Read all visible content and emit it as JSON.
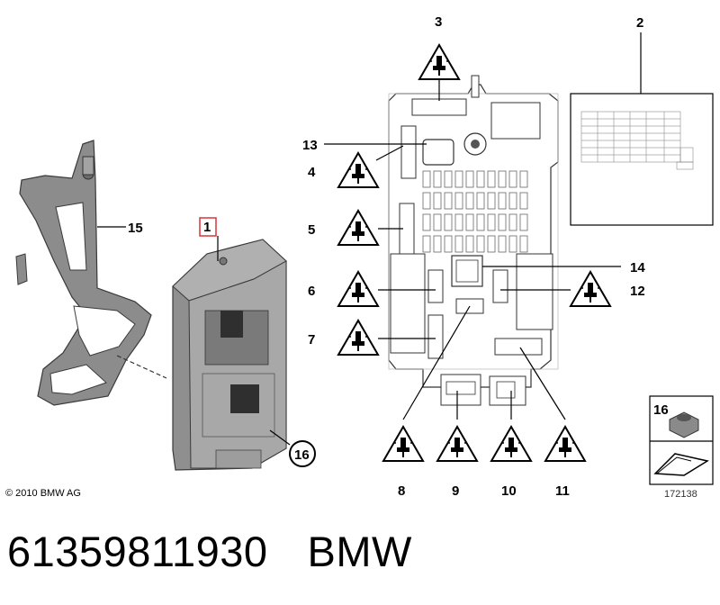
{
  "callouts": {
    "c1": "1",
    "c2": "2",
    "c3": "3",
    "c4": "4",
    "c5": "5",
    "c6": "6",
    "c7": "7",
    "c8": "8",
    "c9": "9",
    "c10": "10",
    "c11": "11",
    "c12": "12",
    "c13": "13",
    "c14": "14",
    "c15": "15",
    "c16": "16"
  },
  "inset": {
    "label": "16",
    "ref_number": "172138"
  },
  "copyright": "© 2010 BMW AG",
  "part_number": "61359811930",
  "brand": "BMW",
  "colors": {
    "highlight_box": "#d9343a",
    "housing": "#8a8a8a",
    "outline": "#000000"
  }
}
